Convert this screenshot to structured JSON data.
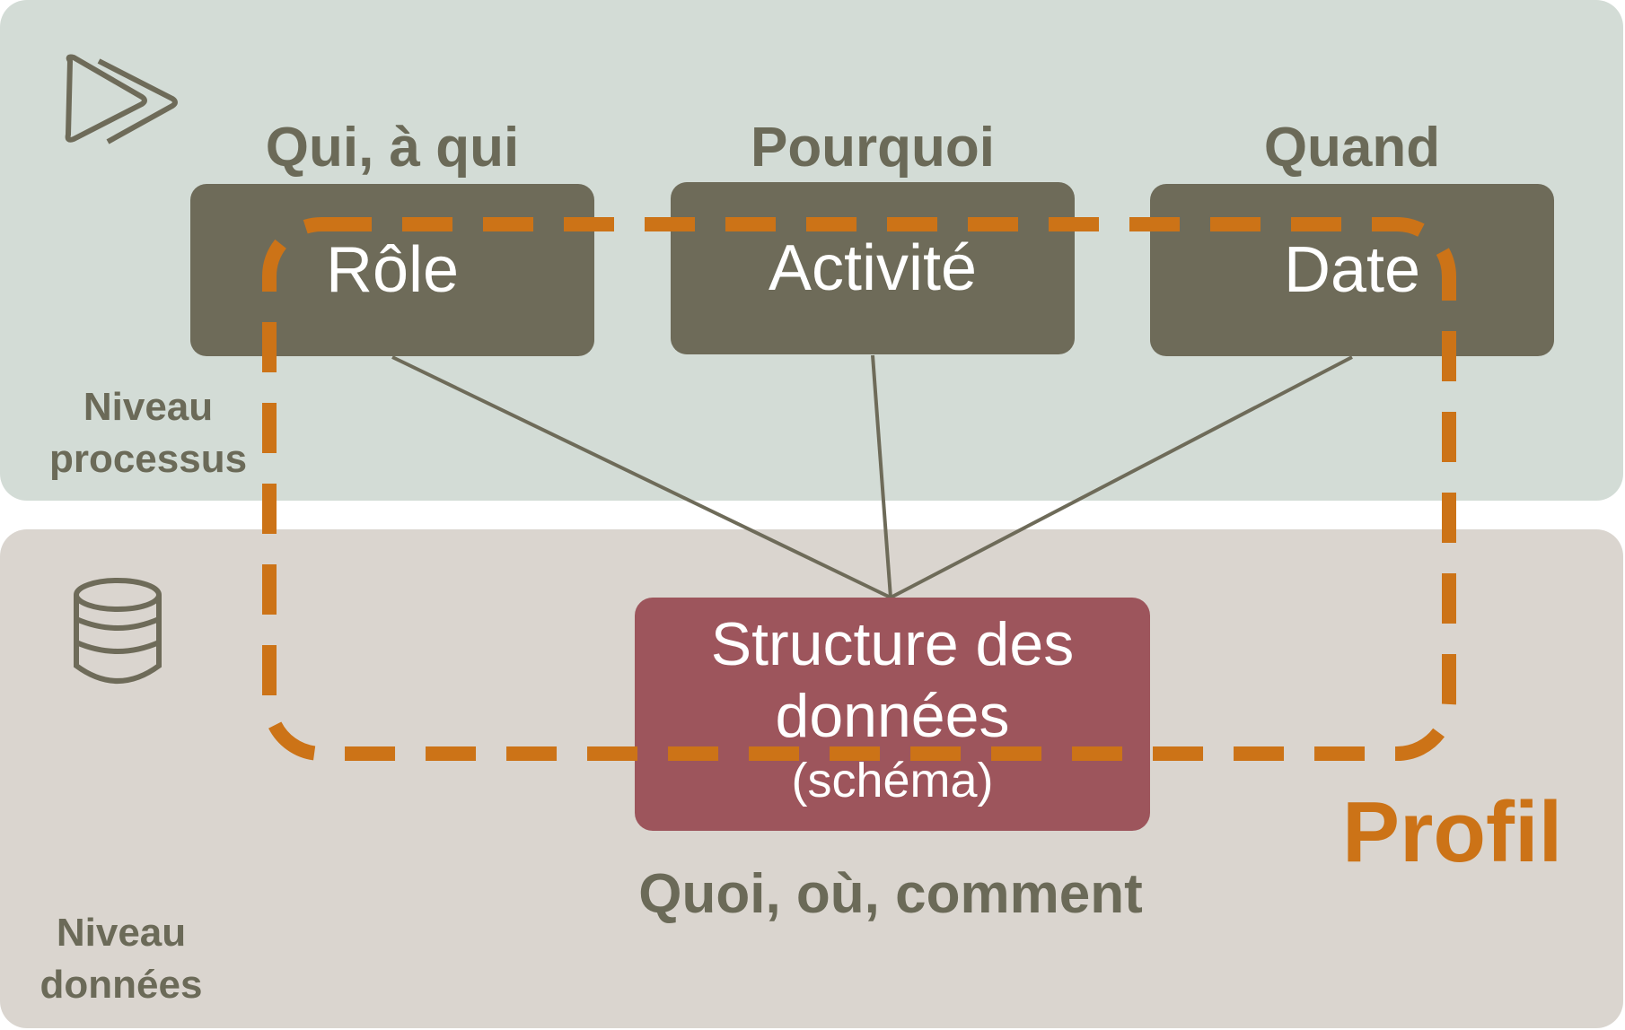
{
  "levels": {
    "process": [
      "Niveau",
      "processus"
    ],
    "data": [
      "Niveau",
      "données"
    ]
  },
  "headings": {
    "who": "Qui, à qui",
    "why": "Pourquoi",
    "when": "Quand",
    "what": "Quoi, où, comment"
  },
  "boxes": {
    "role": "Rôle",
    "activity": "Activité",
    "date": "Date"
  },
  "data_box": {
    "line1": "Structure des",
    "line2": "données",
    "line3": "(schéma)"
  },
  "profile_label": "Profil",
  "icons": {
    "process": "fast-forward-icon",
    "data": "database-icon"
  },
  "colors": {
    "process_band": "#d3dcd6",
    "data_band": "#dad5cf",
    "box": "#6e6b59",
    "data_box": "#9d555c",
    "profile": "#cc7317",
    "text": "#6b6a58"
  }
}
